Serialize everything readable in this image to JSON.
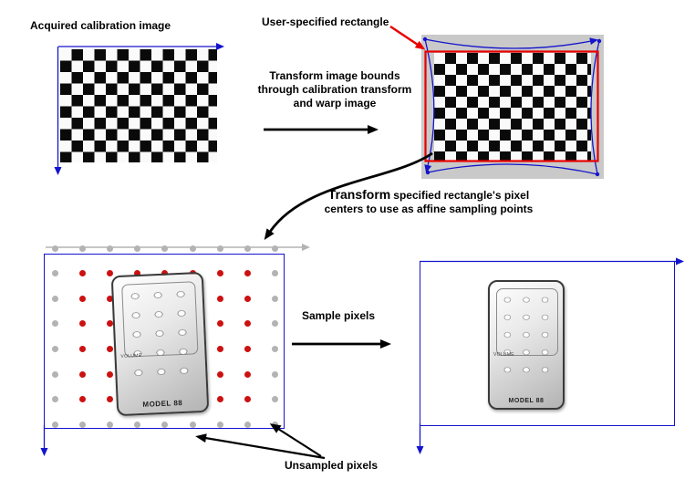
{
  "labels": {
    "acquired": "Acquired calibration image",
    "user_rect": "User-specified rectangle",
    "transform_bounds_lines": [
      "Transform image bounds",
      "through calibration transform",
      "and warp image"
    ],
    "transform_centers": {
      "word1": "Transform",
      "line1_rest": "specified rectangle's pixel",
      "line2": "centers to use as affine sampling points"
    },
    "sample_pixels": "Sample pixels",
    "unsampled": "Unsampled pixels"
  },
  "remote": {
    "model_label": "MODEL 88",
    "volume_label": "VOLUME"
  },
  "dot_grid": {
    "cols": 9,
    "rows": 8,
    "sampled_color": "#cc1111",
    "unsampled_color": "#b3b3b3",
    "sampled_meaning": "affine sampling points",
    "unsampled_meaning": "unsampled pixels (outer ring)"
  },
  "colors": {
    "axis_blue": "#1414cc",
    "rect_red": "#e80000",
    "warp_background": "#c9c9c9",
    "arrow_black": "#000000",
    "gray_arrow": "#b3b3b3"
  }
}
